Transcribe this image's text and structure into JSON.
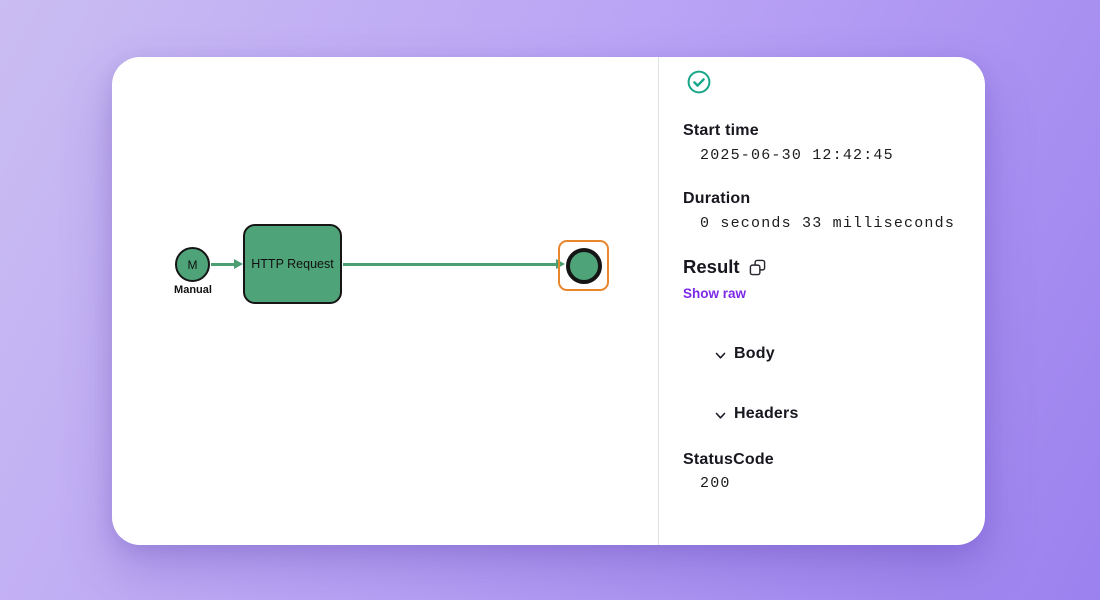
{
  "colors": {
    "background_start": "#cabdf2",
    "background_end": "#9b81ee",
    "node_fill": "#4fa378",
    "node_border": "#151515",
    "edge": "#4a9e72",
    "selection_outline": "#e8862d",
    "status_ok": "#17a689",
    "link_purple": "#7d2ae8"
  },
  "diagram": {
    "trigger": {
      "label": "M",
      "name": "Manual"
    },
    "task": {
      "label": "HTTP Request"
    }
  },
  "details": {
    "status_icon": "check-circle",
    "start_time": {
      "label": "Start time",
      "value": "2025-06-30 12:42:45"
    },
    "duration": {
      "label": "Duration",
      "value": "0 seconds 33 milliseconds"
    },
    "result": {
      "label": "Result",
      "show_raw": "Show raw"
    },
    "sections": [
      {
        "label": "Body"
      },
      {
        "label": "Headers"
      }
    ],
    "status_code": {
      "label": "StatusCode",
      "value": "200"
    }
  }
}
